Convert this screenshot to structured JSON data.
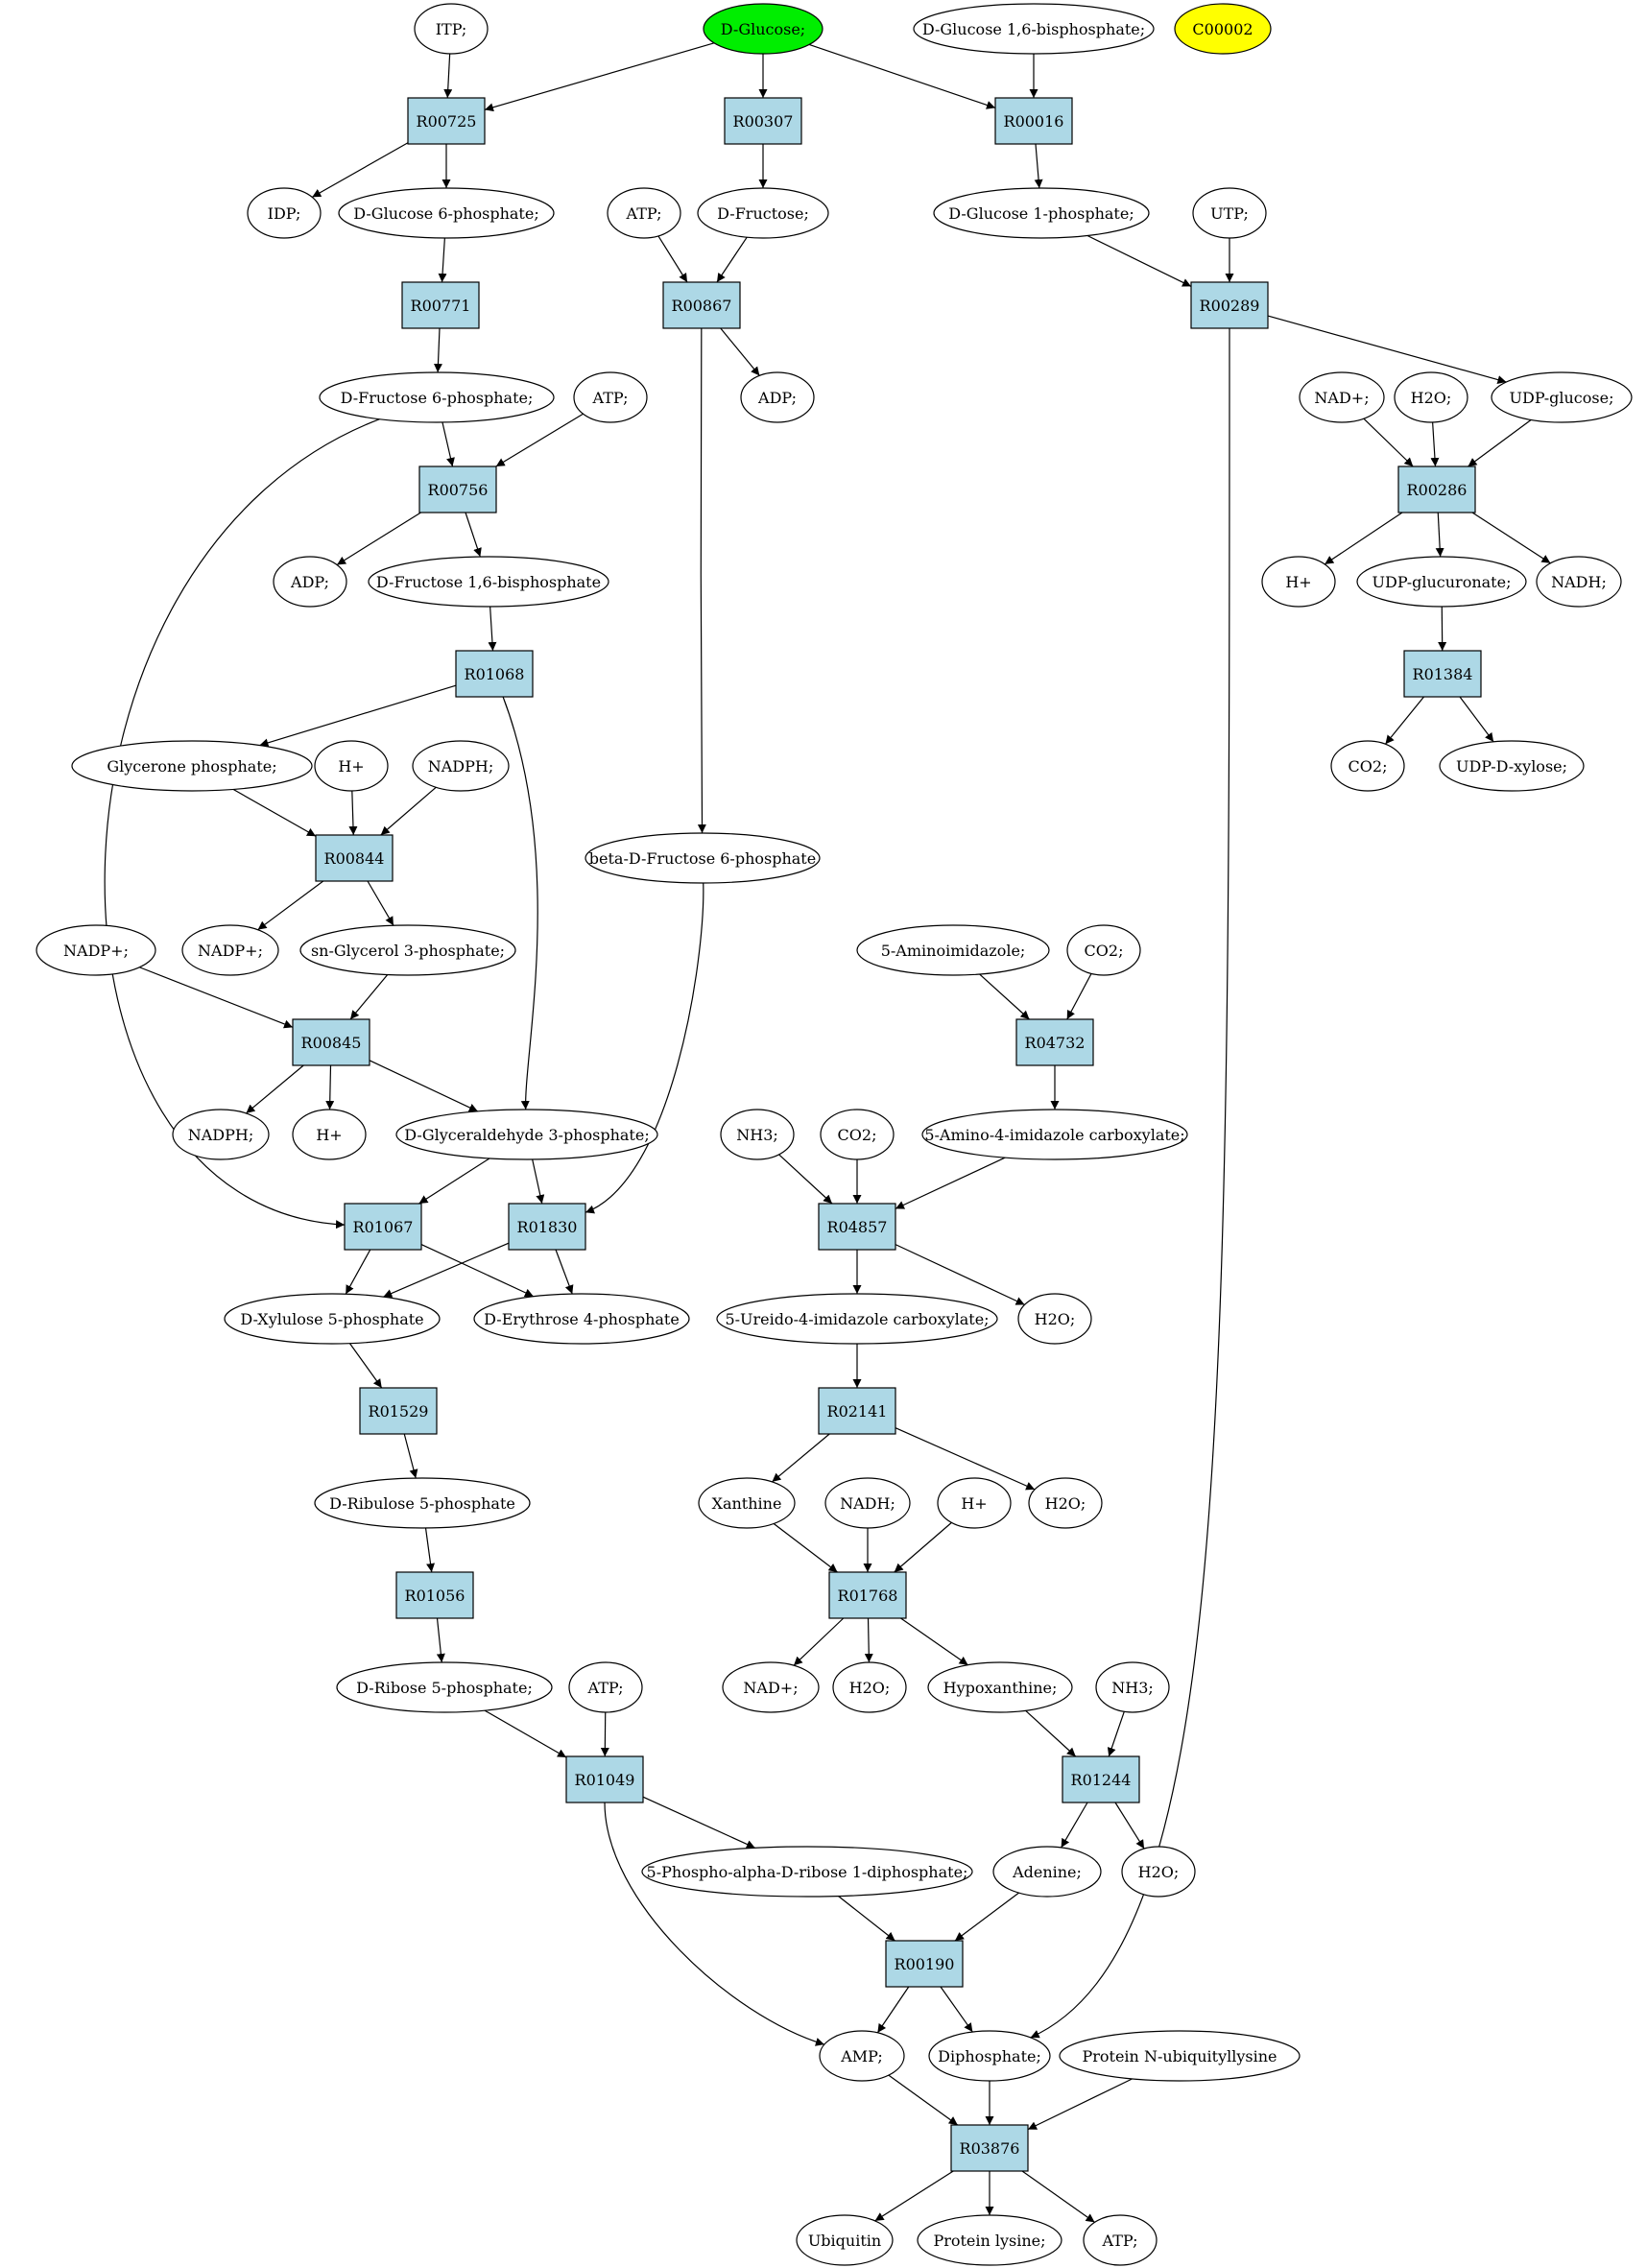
{
  "colors": {
    "reaction_fill": "#add8e6",
    "compound_fill": "#ffffff",
    "highlight_green": "#00ee00",
    "highlight_yellow": "#ffff00",
    "stroke": "#000000"
  },
  "reactions": [
    {
      "id": "r00725",
      "label": "R00725"
    },
    {
      "id": "r00307",
      "label": "R00307"
    },
    {
      "id": "r00016",
      "label": "R00016"
    },
    {
      "id": "r00771",
      "label": "R00771"
    },
    {
      "id": "r00867",
      "label": "R00867"
    },
    {
      "id": "r00289",
      "label": "R00289"
    },
    {
      "id": "r00756",
      "label": "R00756"
    },
    {
      "id": "r00286",
      "label": "R00286"
    },
    {
      "id": "r01068",
      "label": "R01068"
    },
    {
      "id": "r01384",
      "label": "R01384"
    },
    {
      "id": "r00844",
      "label": "R00844"
    },
    {
      "id": "r04732",
      "label": "R04732"
    },
    {
      "id": "r00845",
      "label": "R00845"
    },
    {
      "id": "r01067",
      "label": "R01067"
    },
    {
      "id": "r01830",
      "label": "R01830"
    },
    {
      "id": "r04857",
      "label": "R04857"
    },
    {
      "id": "r01529",
      "label": "R01529"
    },
    {
      "id": "r02141",
      "label": "R02141"
    },
    {
      "id": "r01056",
      "label": "R01056"
    },
    {
      "id": "r01768",
      "label": "R01768"
    },
    {
      "id": "r01049",
      "label": "R01049"
    },
    {
      "id": "r01244",
      "label": "R01244"
    },
    {
      "id": "r00190",
      "label": "R00190"
    },
    {
      "id": "r03876",
      "label": "R03876"
    }
  ],
  "compounds": [
    {
      "id": "itp",
      "label": "ITP;"
    },
    {
      "id": "dglucose",
      "label": "D-Glucose;",
      "highlight": "green"
    },
    {
      "id": "glc16bp",
      "label": "D-Glucose 1,6-bisphosphate;"
    },
    {
      "id": "c00002",
      "label": "C00002",
      "highlight": "yellow"
    },
    {
      "id": "idp",
      "label": "IDP;"
    },
    {
      "id": "g6p",
      "label": "D-Glucose 6-phosphate;"
    },
    {
      "id": "atp1",
      "label": "ATP;"
    },
    {
      "id": "dfructose",
      "label": "D-Fructose;"
    },
    {
      "id": "g1p",
      "label": "D-Glucose 1-phosphate;"
    },
    {
      "id": "utp",
      "label": "UTP;"
    },
    {
      "id": "f6p",
      "label": "D-Fructose 6-phosphate;"
    },
    {
      "id": "atp2",
      "label": "ATP;"
    },
    {
      "id": "adp1",
      "label": "ADP;"
    },
    {
      "id": "nadp1",
      "label": "NAD+;"
    },
    {
      "id": "h2o1",
      "label": "H2O;"
    },
    {
      "id": "udpglc",
      "label": "UDP-glucose;"
    },
    {
      "id": "adp2",
      "label": "ADP;"
    },
    {
      "id": "f16bp",
      "label": "D-Fructose 1,6-bisphosphate"
    },
    {
      "id": "hplus1",
      "label": "H+"
    },
    {
      "id": "udpglcua",
      "label": "UDP-glucuronate;"
    },
    {
      "id": "nadh1",
      "label": "NADH;"
    },
    {
      "id": "dhap",
      "label": "Glycerone phosphate;"
    },
    {
      "id": "hplus2",
      "label": "H+"
    },
    {
      "id": "nadph1",
      "label": "NADPH;"
    },
    {
      "id": "co2a",
      "label": "CO2;"
    },
    {
      "id": "udpxyl",
      "label": "UDP-D-xylose;"
    },
    {
      "id": "bf6p",
      "label": "beta-D-Fructose 6-phosphate"
    },
    {
      "id": "nadpplus1",
      "label": "NADP+;"
    },
    {
      "id": "nadpplus2",
      "label": "NADP+;"
    },
    {
      "id": "g3p",
      "label": "sn-Glycerol 3-phosphate;"
    },
    {
      "id": "aminoimid",
      "label": "5-Aminoimidazole;"
    },
    {
      "id": "co2b",
      "label": "CO2;"
    },
    {
      "id": "nadph2",
      "label": "NADPH;"
    },
    {
      "id": "hplus3",
      "label": "H+"
    },
    {
      "id": "gap",
      "label": "D-Glyceraldehyde 3-phosphate;"
    },
    {
      "id": "nh3a",
      "label": "NH3;"
    },
    {
      "id": "co2c",
      "label": "CO2;"
    },
    {
      "id": "aic",
      "label": "5-Amino-4-imidazole carboxylate;"
    },
    {
      "id": "xu5p",
      "label": "D-Xylulose 5-phosphate"
    },
    {
      "id": "e4p",
      "label": "D-Erythrose 4-phosphate"
    },
    {
      "id": "uic",
      "label": "5-Ureido-4-imidazole carboxylate;"
    },
    {
      "id": "h2o2",
      "label": "H2O;"
    },
    {
      "id": "ru5p",
      "label": "D-Ribulose 5-phosphate"
    },
    {
      "id": "xanthine",
      "label": "Xanthine"
    },
    {
      "id": "nadh2",
      "label": "NADH;"
    },
    {
      "id": "hplus4",
      "label": "H+"
    },
    {
      "id": "h2o3",
      "label": "H2O;"
    },
    {
      "id": "r5p",
      "label": "D-Ribose 5-phosphate;"
    },
    {
      "id": "atp3",
      "label": "ATP;"
    },
    {
      "id": "nadplus2",
      "label": "NAD+;"
    },
    {
      "id": "h2o4",
      "label": "H2O;"
    },
    {
      "id": "hypox",
      "label": "Hypoxanthine;"
    },
    {
      "id": "nh3b",
      "label": "NH3;"
    },
    {
      "id": "prpp",
      "label": "5-Phospho-alpha-D-ribose 1-diphosphate;"
    },
    {
      "id": "adenine",
      "label": "Adenine;"
    },
    {
      "id": "h2o5",
      "label": "H2O;"
    },
    {
      "id": "amp",
      "label": "AMP;"
    },
    {
      "id": "diphos",
      "label": "Diphosphate;"
    },
    {
      "id": "protubl",
      "label": "Protein N-ubiquityllysine"
    },
    {
      "id": "ubiquitin",
      "label": "Ubiquitin"
    },
    {
      "id": "protlys",
      "label": "Protein lysine;"
    },
    {
      "id": "atp4",
      "label": "ATP;"
    }
  ]
}
